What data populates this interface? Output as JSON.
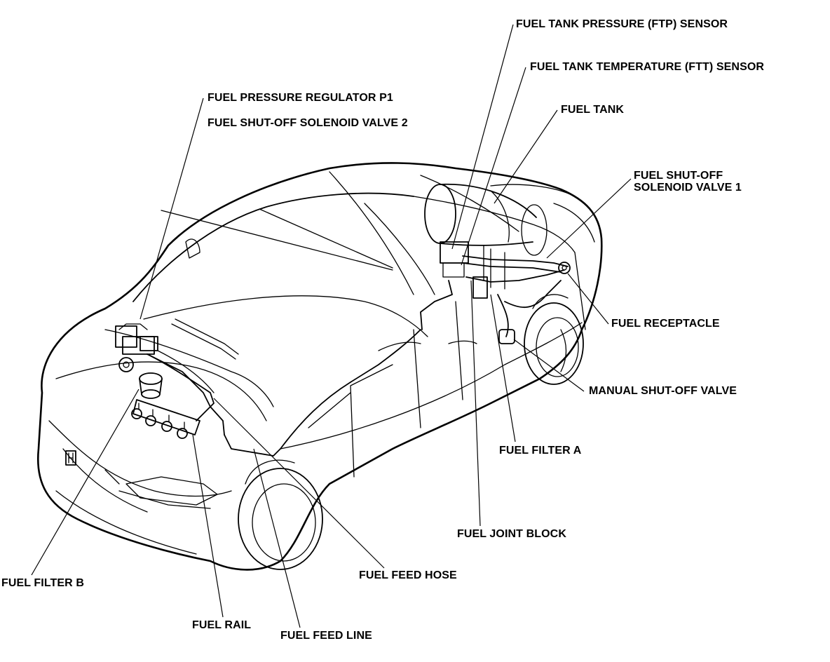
{
  "diagram": {
    "labels": {
      "ftp_sensor": "FUEL TANK PRESSURE (FTP) SENSOR",
      "ftt_sensor": "FUEL TANK TEMPERATURE (FTT) SENSOR",
      "fuel_tank": "FUEL TANK",
      "shutoff_valve_1_line1": "FUEL SHUT-OFF",
      "shutoff_valve_1_line2": "SOLENOID VALVE 1",
      "pressure_regulator": "FUEL PRESSURE REGULATOR P1",
      "shutoff_valve_2": "FUEL SHUT-OFF SOLENOID VALVE 2",
      "fuel_receptacle": "FUEL RECEPTACLE",
      "manual_shutoff_valve": "MANUAL SHUT-OFF VALVE",
      "fuel_filter_a": "FUEL FILTER A",
      "fuel_joint_block": "FUEL JOINT BLOCK",
      "fuel_feed_hose": "FUEL FEED HOSE",
      "fuel_filter_b": "FUEL FILTER B",
      "fuel_rail": "FUEL RAIL",
      "fuel_feed_line": "FUEL FEED LINE"
    },
    "colors": {
      "ink": "#000000",
      "paper": "#ffffff"
    }
  }
}
